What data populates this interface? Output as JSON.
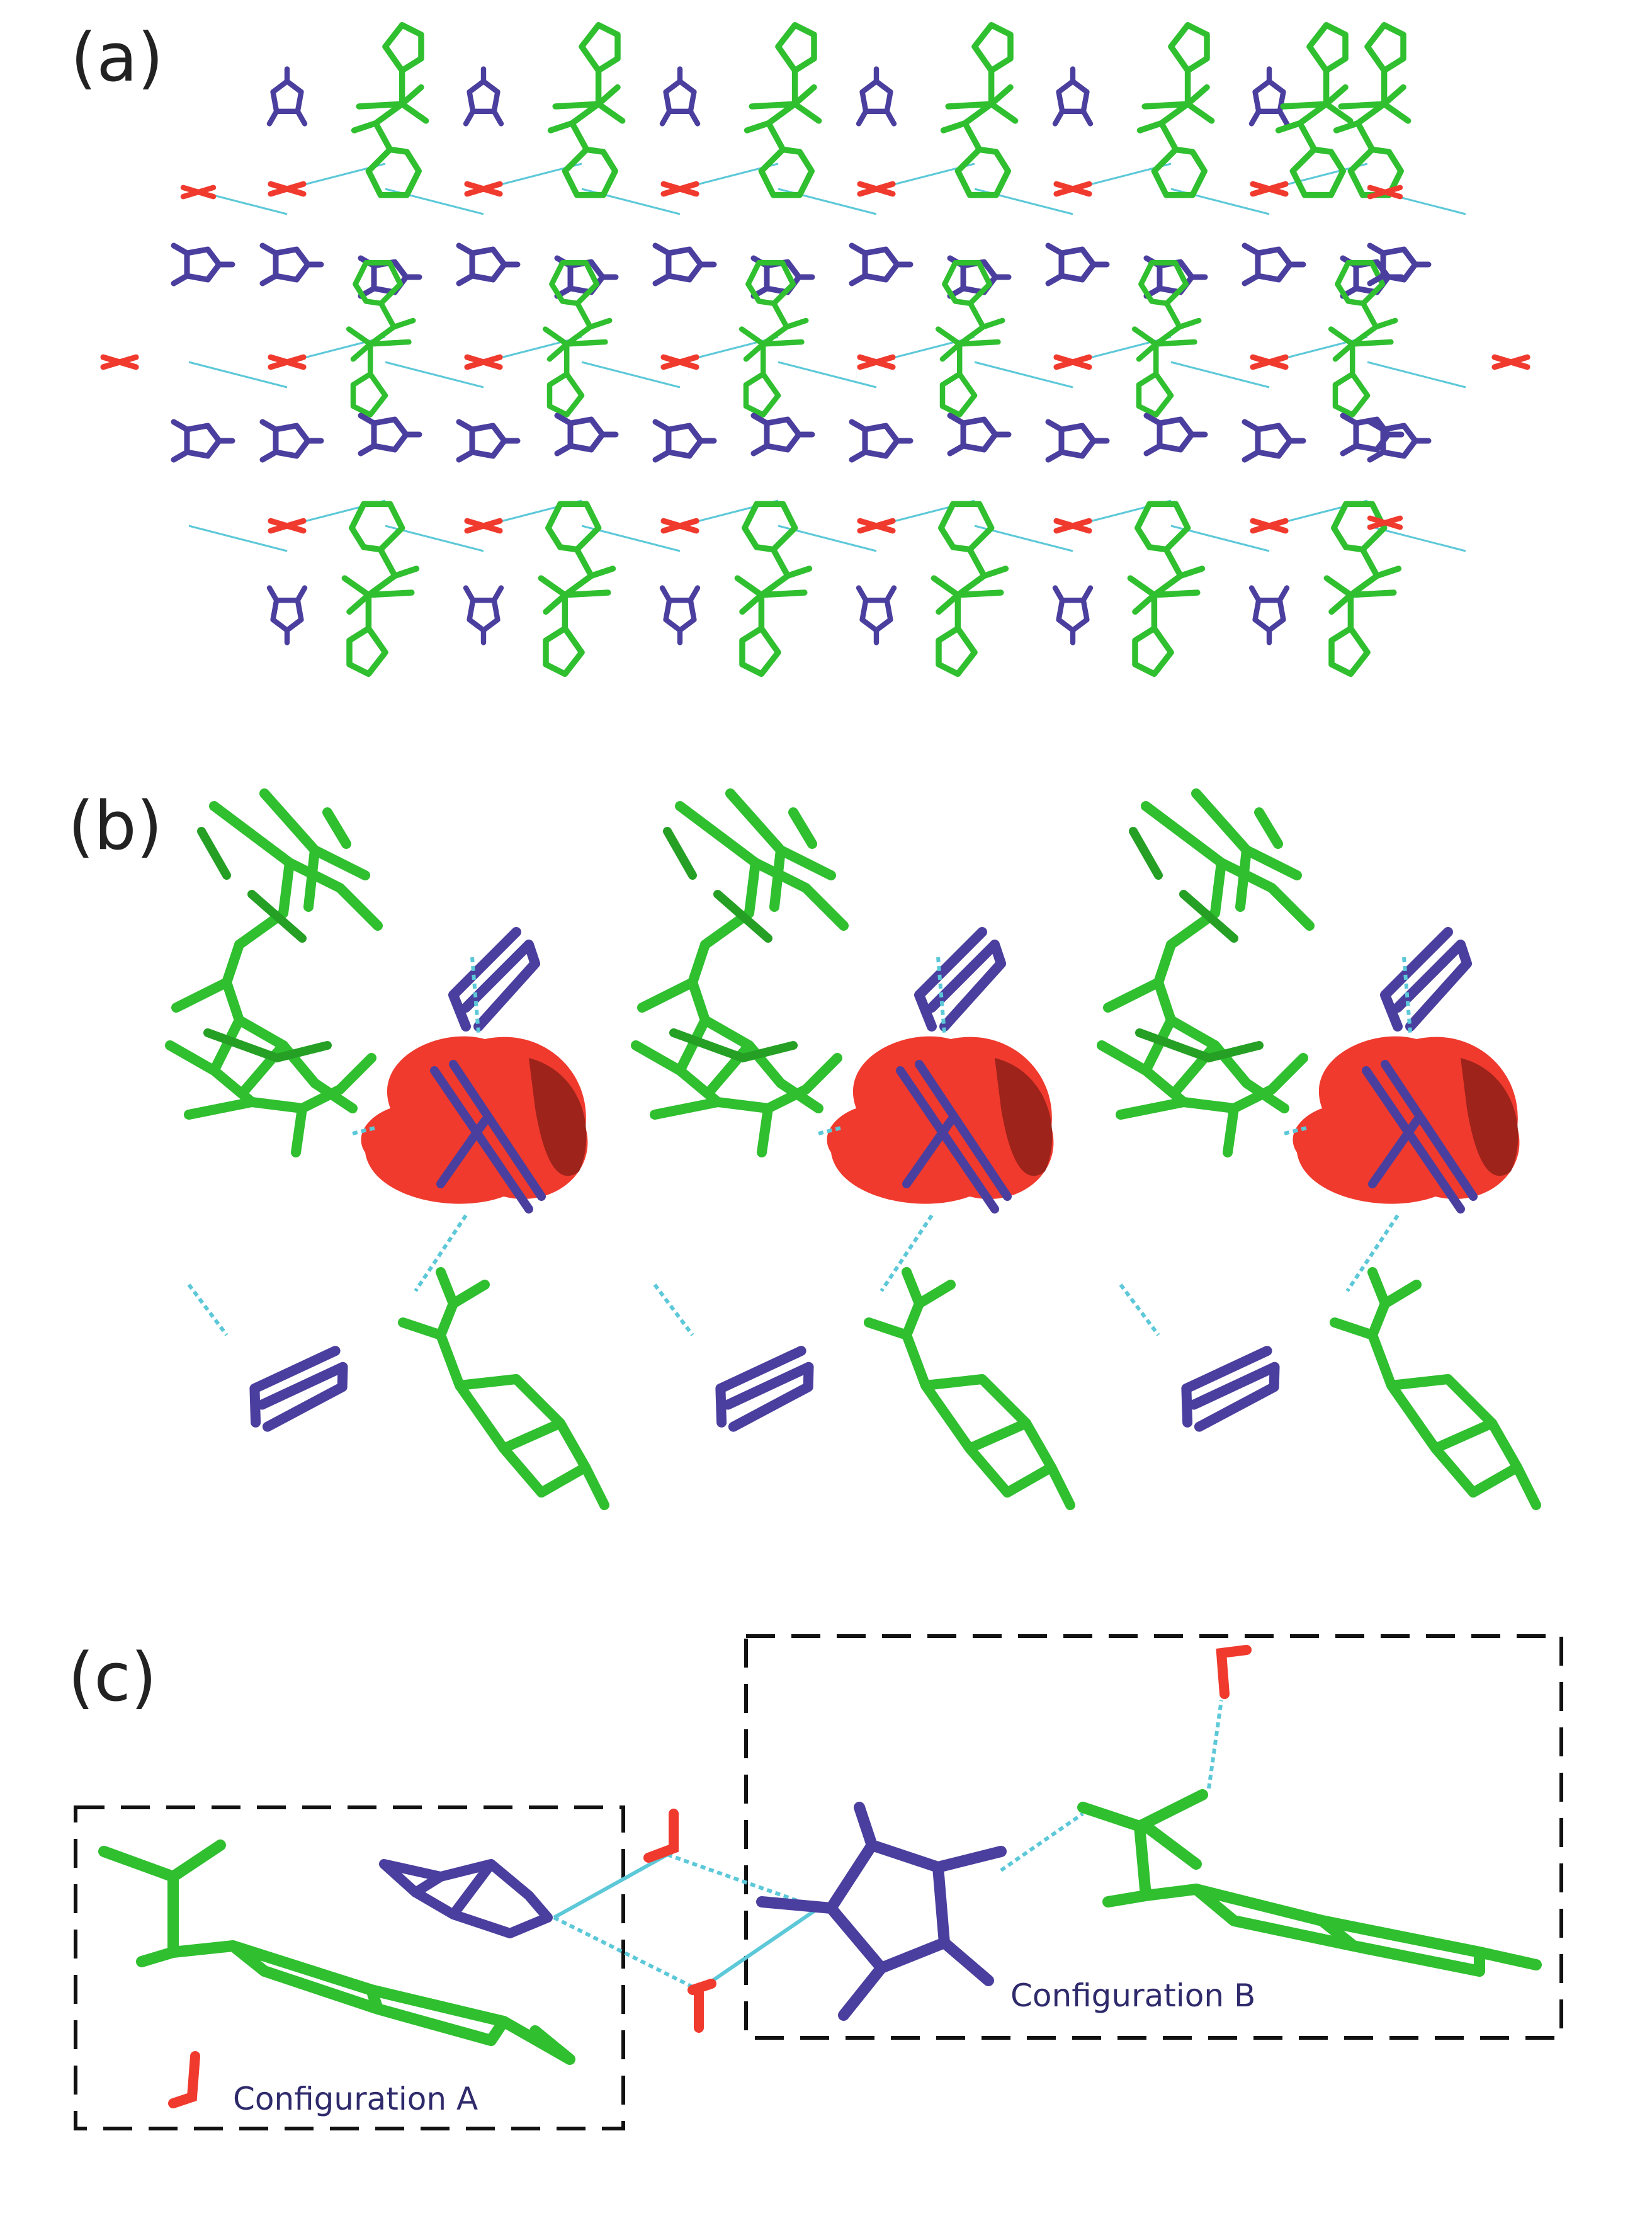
{
  "panels": {
    "a": {
      "label": "(a)"
    },
    "b": {
      "label": "(b)"
    },
    "c": {
      "label": "(c)",
      "config_a_label": "Configuration A",
      "config_b_label": "Configuration B"
    }
  },
  "colors": {
    "host_molecule": "#2fbf2f",
    "imidazole": "#4a3f9e",
    "water_oxygen": "#f03a2e",
    "hydrogen_bond": "#5cc8d8",
    "dashed_box": "#111111",
    "background": "#ffffff"
  }
}
